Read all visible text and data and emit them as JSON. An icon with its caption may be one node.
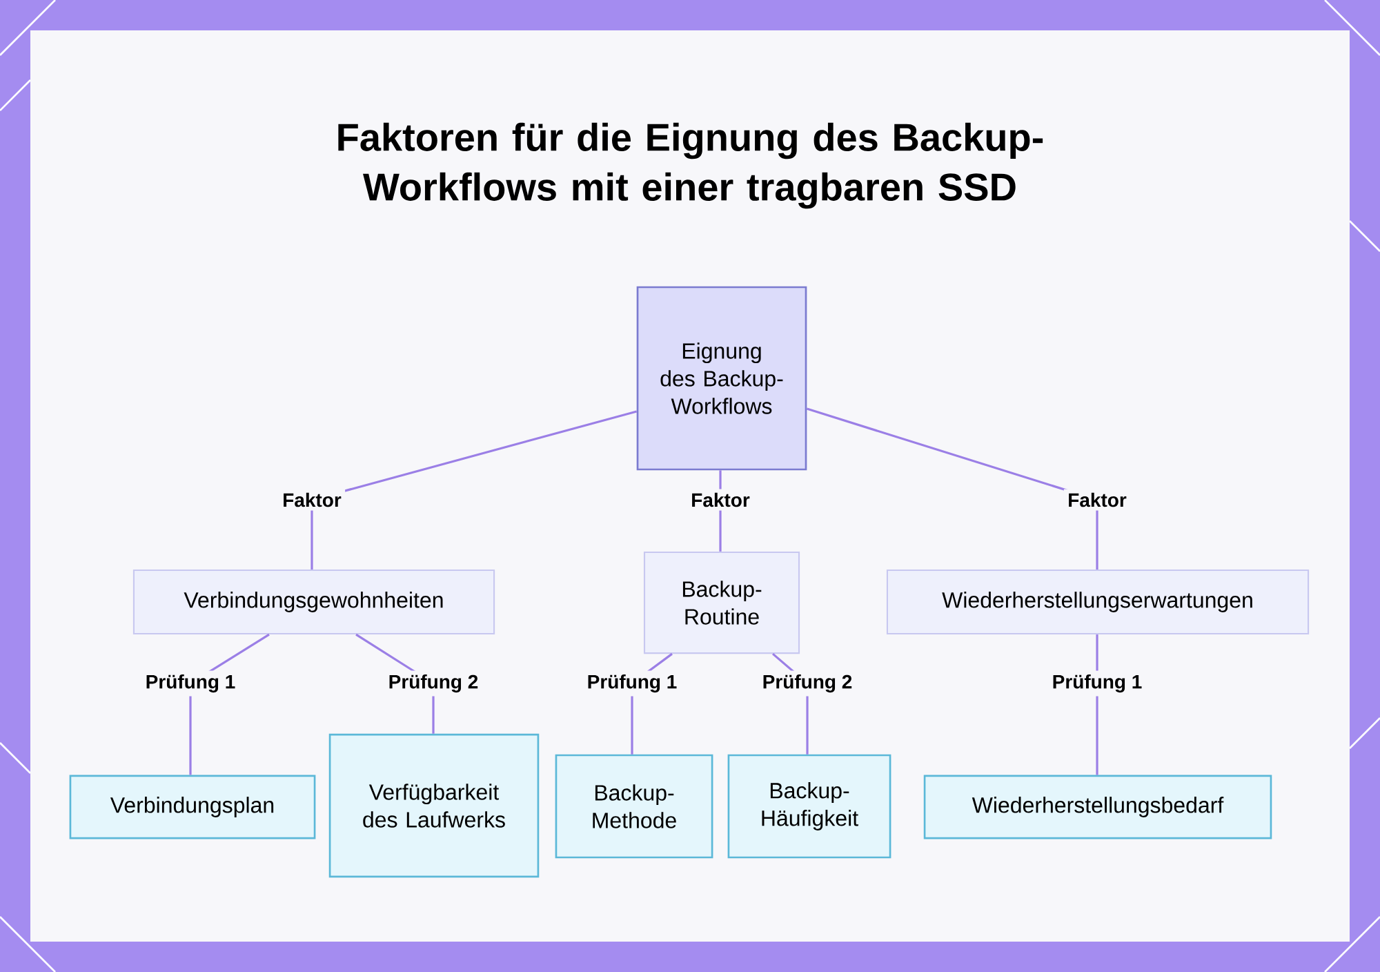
{
  "diagram": {
    "title": "Faktoren für die Eignung des Backup-Workflows mit einer tragbaren SSD",
    "nodes": [
      {
        "text": [
          "Eignung des Backup-Workflows"
        ]
      },
      {
        "text": [
          "Verbindungsgewohnheiten"
        ]
      },
      {
        "text": [
          "Backup-Routine"
        ]
      },
      {
        "text": [
          "Wiederherstellungserwartungen"
        ]
      },
      {
        "text": [
          "Verbindungsplan"
        ]
      },
      {
        "text": [
          "Verfügbarkeit des Laufwerks"
        ]
      },
      {
        "text": [
          "Backup-Methode"
        ]
      },
      {
        "text": [
          "Backup-Häufigkeit"
        ]
      },
      {
        "text": [
          "Wiederherstellungsbedarf"
        ]
      }
    ],
    "edges": [
      {
        "from": 0,
        "to": 1,
        "arrow": "none",
        "label": "Faktor"
      },
      {
        "from": 0,
        "to": 2,
        "arrow": "none",
        "label": "Faktor"
      },
      {
        "from": 0,
        "to": 3,
        "arrow": "none",
        "label": "Faktor"
      },
      {
        "from": 1,
        "to": 4,
        "arrow": "none",
        "label": "Prüfung 1"
      },
      {
        "from": 1,
        "to": 5,
        "arrow": "none",
        "label": "Prüfung 2"
      },
      {
        "from": 2,
        "to": 6,
        "arrow": "none",
        "label": "Prüfung 1"
      },
      {
        "from": 2,
        "to": 7,
        "arrow": "none",
        "label": "Prüfung 2"
      },
      {
        "from": 3,
        "to": 8,
        "arrow": "none",
        "label": "Prüfung 1"
      }
    ]
  }
}
